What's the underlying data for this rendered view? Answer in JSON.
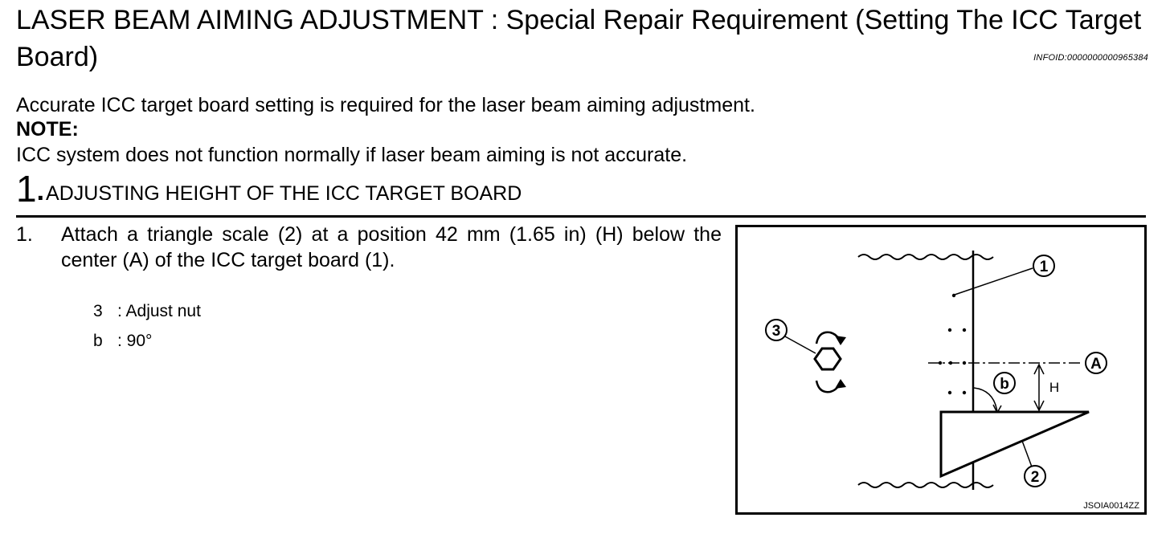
{
  "title": "LASER BEAM AIMING ADJUSTMENT : Special Repair Requirement (Setting The ICC Target Board)",
  "info_id": "INFOID:0000000000965384",
  "intro": "Accurate ICC target board setting is required for the laser beam aiming adjustment.",
  "note_label": "NOTE:",
  "note_text": "ICC system does not function normally if laser beam aiming is not accurate.",
  "step": {
    "number": "1",
    "dot": ".",
    "title": "ADJUSTING HEIGHT OF THE ICC TARGET BOARD"
  },
  "instruction": {
    "number": "1.",
    "text": "Attach a triangle scale (2) at a position 42 mm (1.65 in) (H) below the center (A) of the ICC target board (1)."
  },
  "legend": [
    {
      "key": "3",
      "value": ": Adjust nut"
    },
    {
      "key": "b",
      "value": ": 90°"
    }
  ],
  "figure": {
    "callout_1": "1",
    "callout_2": "2",
    "callout_3": "3",
    "callout_a": "A",
    "callout_b": "b",
    "label_h": "H",
    "figure_id": "JSOIA0014ZZ"
  }
}
